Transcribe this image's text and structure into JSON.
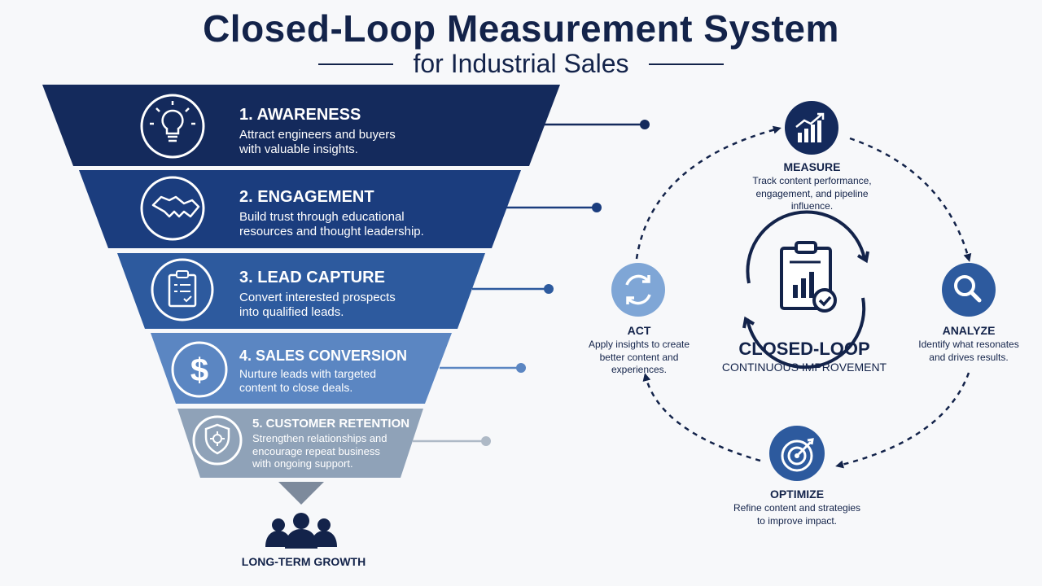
{
  "title": "Closed-Loop Measurement System",
  "subtitle": "for Industrial Sales",
  "funnel": [
    {
      "title": "1. AWARENESS",
      "desc1": "Attract engineers and buyers",
      "desc2": "with valuable insights.",
      "desc3": "",
      "icon": "lightbulb-icon",
      "color": "#142a5c"
    },
    {
      "title": "2. ENGAGEMENT",
      "desc1": "Build trust through educational",
      "desc2": "resources and thought leadership.",
      "desc3": "",
      "icon": "handshake-icon",
      "color": "#1b3d7e"
    },
    {
      "title": "3. LEAD CAPTURE",
      "desc1": "Convert interested prospects",
      "desc2": "into qualified leads.",
      "desc3": "",
      "icon": "clipboard-checklist-icon",
      "color": "#2d5a9e"
    },
    {
      "title": "4. SALES CONVERSION",
      "desc1": "Nurture leads with targeted",
      "desc2": "content to close deals.",
      "desc3": "",
      "icon": "dollar-icon",
      "color": "#5b86c2"
    },
    {
      "title": "5. CUSTOMER RETENTION",
      "desc1": "Strengthen relationships and",
      "desc2": "encourage repeat business",
      "desc3": "with ongoing support.",
      "icon": "shield-gear-icon",
      "color": "#8fa2b8"
    }
  ],
  "growth_label": "LONG-TERM GROWTH",
  "loop": {
    "center_title": "CLOSED-LOOP",
    "center_sub": "CONTINUOUS IMPROVEMENT",
    "measure": {
      "title": "MEASURE",
      "desc1": "Track content performance,",
      "desc2": "engagement, and pipeline",
      "desc3": "influence."
    },
    "analyze": {
      "title": "ANALYZE",
      "desc1": "Identify what resonates",
      "desc2": "and drives results.",
      "desc3": ""
    },
    "optimize": {
      "title": "OPTIMIZE",
      "desc1": "Refine content and strategies",
      "desc2": "to improve impact.",
      "desc3": ""
    },
    "act": {
      "title": "ACT",
      "desc1": "Apply insights to create",
      "desc2": "better content and",
      "desc3": "experiences."
    }
  },
  "colors": {
    "navy": "#13234a",
    "light_blue": "#7fa6d6"
  }
}
